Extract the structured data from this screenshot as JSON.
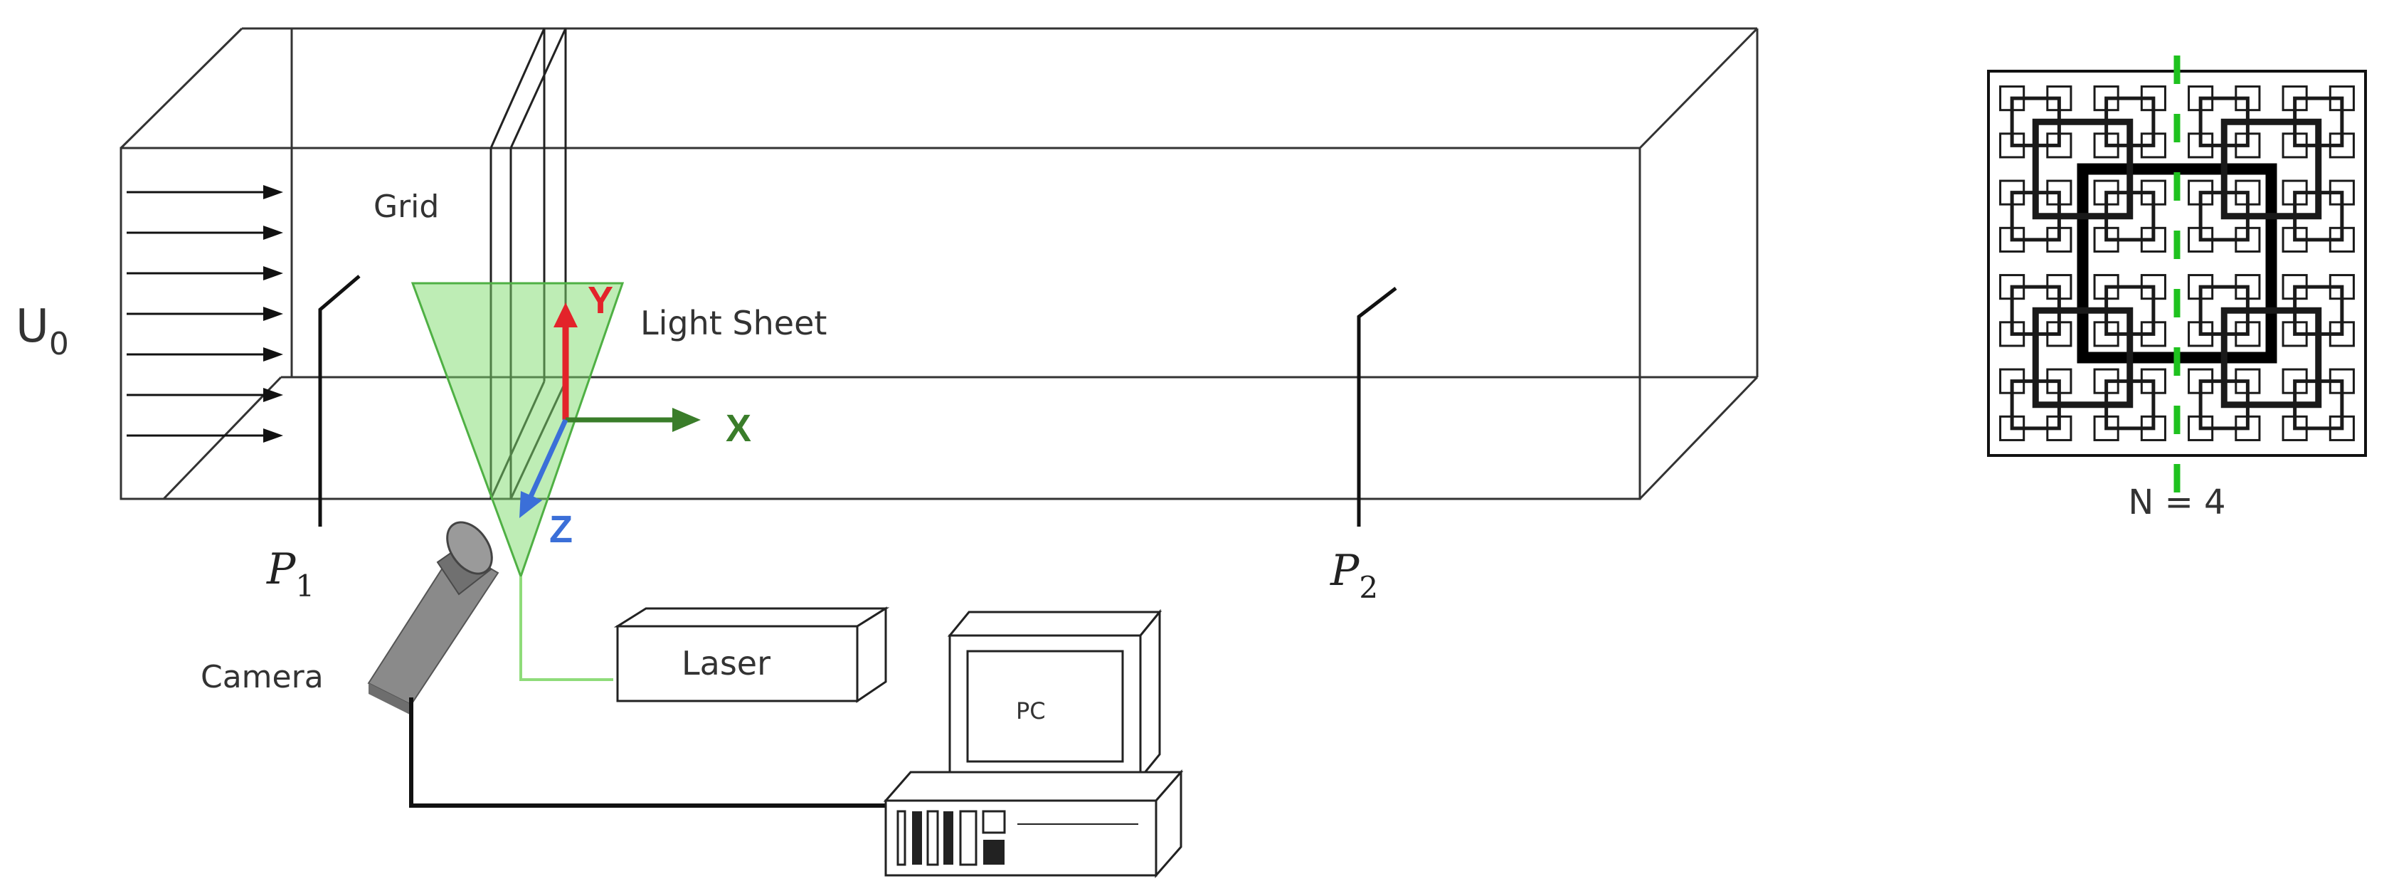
{
  "labels": {
    "inflow_symbol": "U",
    "inflow_sub": "0",
    "grid": "Grid",
    "light_sheet": "Light Sheet",
    "axis_x": "X",
    "axis_y": "Y",
    "axis_z": "Z",
    "probe1_symbol": "P",
    "probe1_sub": "1",
    "probe2_symbol": "P",
    "probe2_sub": "2",
    "camera": "Camera",
    "laser": "Laser",
    "pc": "PC",
    "fractal_caption": "N = 4"
  },
  "colors": {
    "axis_x": "#3a7d2a",
    "axis_y": "#e3232a",
    "axis_z": "#3b6fd8",
    "light_sheet": "#7ddc6c",
    "laser_beam": "#8fdc7a",
    "symmetry_dash": "#1fc21f",
    "camera_body": "#8a8a8a"
  }
}
